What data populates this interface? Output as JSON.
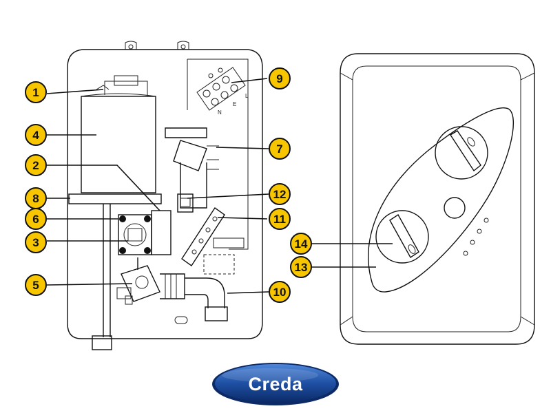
{
  "callouts": [
    {
      "id": "1",
      "label": "1"
    },
    {
      "id": "2",
      "label": "2"
    },
    {
      "id": "3",
      "label": "3"
    },
    {
      "id": "4",
      "label": "4"
    },
    {
      "id": "5",
      "label": "5"
    },
    {
      "id": "6",
      "label": "6"
    },
    {
      "id": "7",
      "label": "7"
    },
    {
      "id": "8",
      "label": "8"
    },
    {
      "id": "9",
      "label": "9"
    },
    {
      "id": "10",
      "label": "10"
    },
    {
      "id": "11",
      "label": "11"
    },
    {
      "id": "12",
      "label": "12"
    },
    {
      "id": "13",
      "label": "13"
    },
    {
      "id": "14",
      "label": "14"
    }
  ],
  "terminal_block": {
    "labels": [
      "N",
      "E",
      "L"
    ]
  },
  "logo": {
    "text": "Creda"
  },
  "colors": {
    "callout_fill": "#f7c600",
    "callout_stroke": "#111111",
    "logo_blue": "#1e4fa3",
    "logo_dark": "#0b2a66",
    "line": "#111111"
  }
}
